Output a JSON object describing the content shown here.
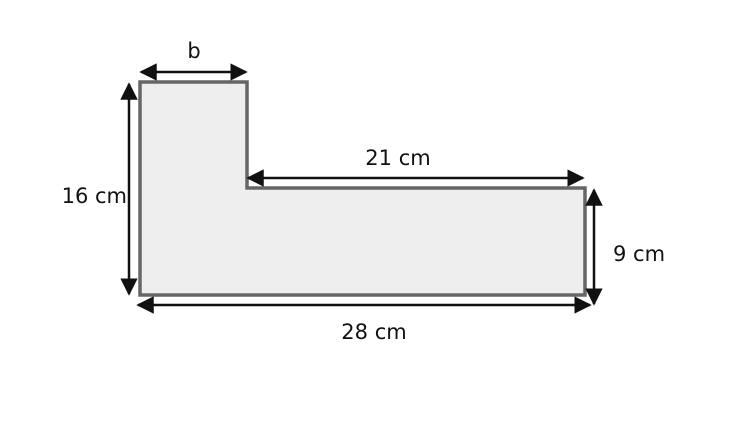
{
  "diagram": {
    "type": "L-shaped composite rectangle",
    "colors": {
      "fill": "#eeeeee",
      "outline": "#666666",
      "arrow": "#111111",
      "text": "#111111"
    },
    "labels": {
      "top_width": "b",
      "left_height": "16 cm",
      "inner_top_width": "21 cm",
      "right_height": "9 cm",
      "bottom_width": "28 cm"
    }
  }
}
